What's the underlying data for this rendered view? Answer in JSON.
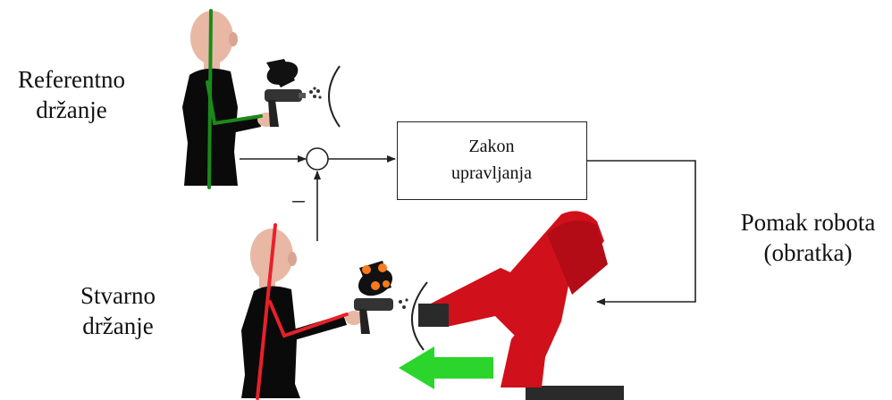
{
  "labels": {
    "reference_posture": [
      "Referentno",
      "držanje"
    ],
    "actual_posture": [
      "Stvarno",
      "držanje"
    ],
    "control_law": [
      "Zakon",
      "upravljanja"
    ],
    "robot_motion": [
      "Pomak robota",
      "(obratka)"
    ],
    "minus_sign": "–"
  },
  "colors": {
    "reference_skeleton": "#1a8a1a",
    "actual_skeleton": "#e8202a",
    "robot_body": "#d0101a",
    "robot_base": "#2a2a2a",
    "motion_arrow": "#2bd52b",
    "skin": "#e8b8a4",
    "suit": "#0a0a0a",
    "spray_gun_accent": "#ff7a1a"
  }
}
